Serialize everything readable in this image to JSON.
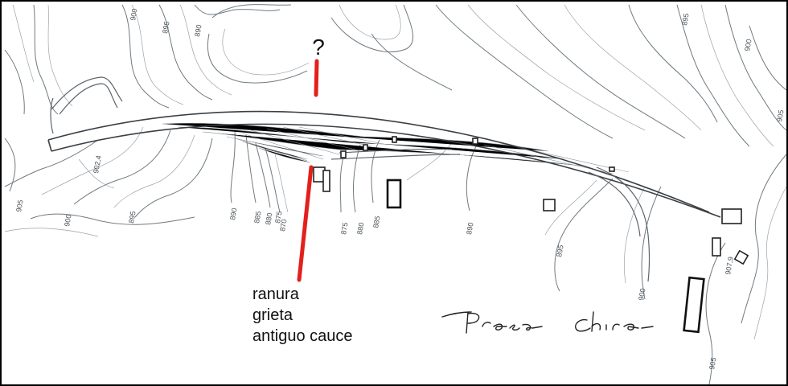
{
  "map": {
    "question_mark": "?",
    "annotation_lines": [
      "ranura",
      "grieta",
      "antiguo cauce"
    ],
    "signature": "Presa Chira",
    "accent_color": "#e3201b",
    "elevation_labels": [
      "900",
      "895",
      "890",
      "905",
      "902,4",
      "900",
      "895",
      "890",
      "885",
      "880",
      "875",
      "870",
      "875",
      "880",
      "885",
      "890",
      "895",
      "900",
      "895",
      "900",
      "905",
      "907,9",
      "905"
    ]
  }
}
